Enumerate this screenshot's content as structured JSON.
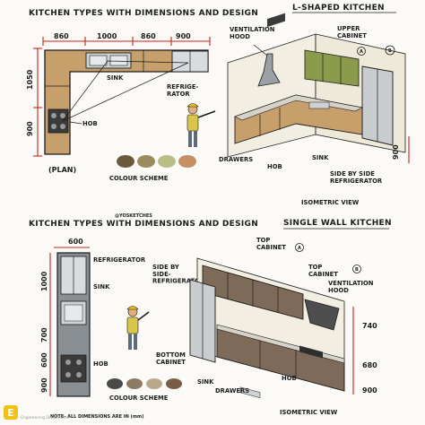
{
  "top": {
    "title": "KITCHEN TYPES WITH DIMENSIONS AND DESIGN",
    "heading": "L-SHAPED KITCHEN",
    "plan_dims_horizontal": [
      "860",
      "1000",
      "860",
      "900"
    ],
    "plan_dims_vertical": [
      "1050",
      "900"
    ],
    "plan_labels": {
      "sink": "SINK",
      "refrigerator": "REFRIGE-\nRATOR",
      "hob": "HOB",
      "plan": "(PLAN)",
      "colour_scheme": "COLOUR SCHEME"
    },
    "isometric_labels": {
      "ventilation_hood": "VENTILATION\nHOOD",
      "upper_cabinet": "UPPER\nCABINET",
      "badge_a": "A",
      "badge_b": "B",
      "drawers": "DRAWERS",
      "hob": "HOB",
      "sink": "SINK",
      "side_by_side": "SIDE BY SIDE\nREFRIGERATOR",
      "dim_900": "900",
      "isometric_view": "ISOMETRIC VIEW"
    },
    "swatches": [
      "#6b5a3e",
      "#9a8a5c",
      "#b9bf86",
      "#c48f62"
    ]
  },
  "bottom": {
    "title": "KITCHEN TYPES WITH DIMENSIONS AND DESIGN",
    "tiny_caption": "@YOSKETCHES",
    "heading": "SINGLE WALL KITCHEN",
    "plan_dim_top": "600",
    "plan_dims_vertical": [
      "1000",
      "700",
      "600",
      "900"
    ],
    "plan_labels": {
      "refrigerator": "REFRIGERATOR",
      "sink": "SINK",
      "hob": "HOB",
      "side_by_side": "SIDE BY\nSIDE-\nREFRIGERATOR",
      "colour_scheme": "COLOUR SCHEME",
      "note": "NOTE- ALL DIMENSIONS ARE IN (mm)"
    },
    "isometric_labels": {
      "top_cabinet_a": "TOP\nCABINET",
      "badge_a": "A",
      "top_cabinet_b": "TOP\nCABINET",
      "badge_b": "B",
      "ventilation_hood": "VENTILATION\nHOOD",
      "bottom_cabinet": "BOTTOM\nCABINET",
      "sink": "SINK",
      "drawers": "DRAWERS",
      "hob": "HOB",
      "dim_740": "740",
      "dim_680": "680",
      "dim_900": "900",
      "isometric_view": "ISOMETRIC VIEW"
    },
    "swatches": [
      "#4a4a4a",
      "#8d7a62",
      "#b8a98e",
      "#7a5d48"
    ]
  },
  "watermark": {
    "letter": "E",
    "text": "Engineering Discoveries"
  }
}
